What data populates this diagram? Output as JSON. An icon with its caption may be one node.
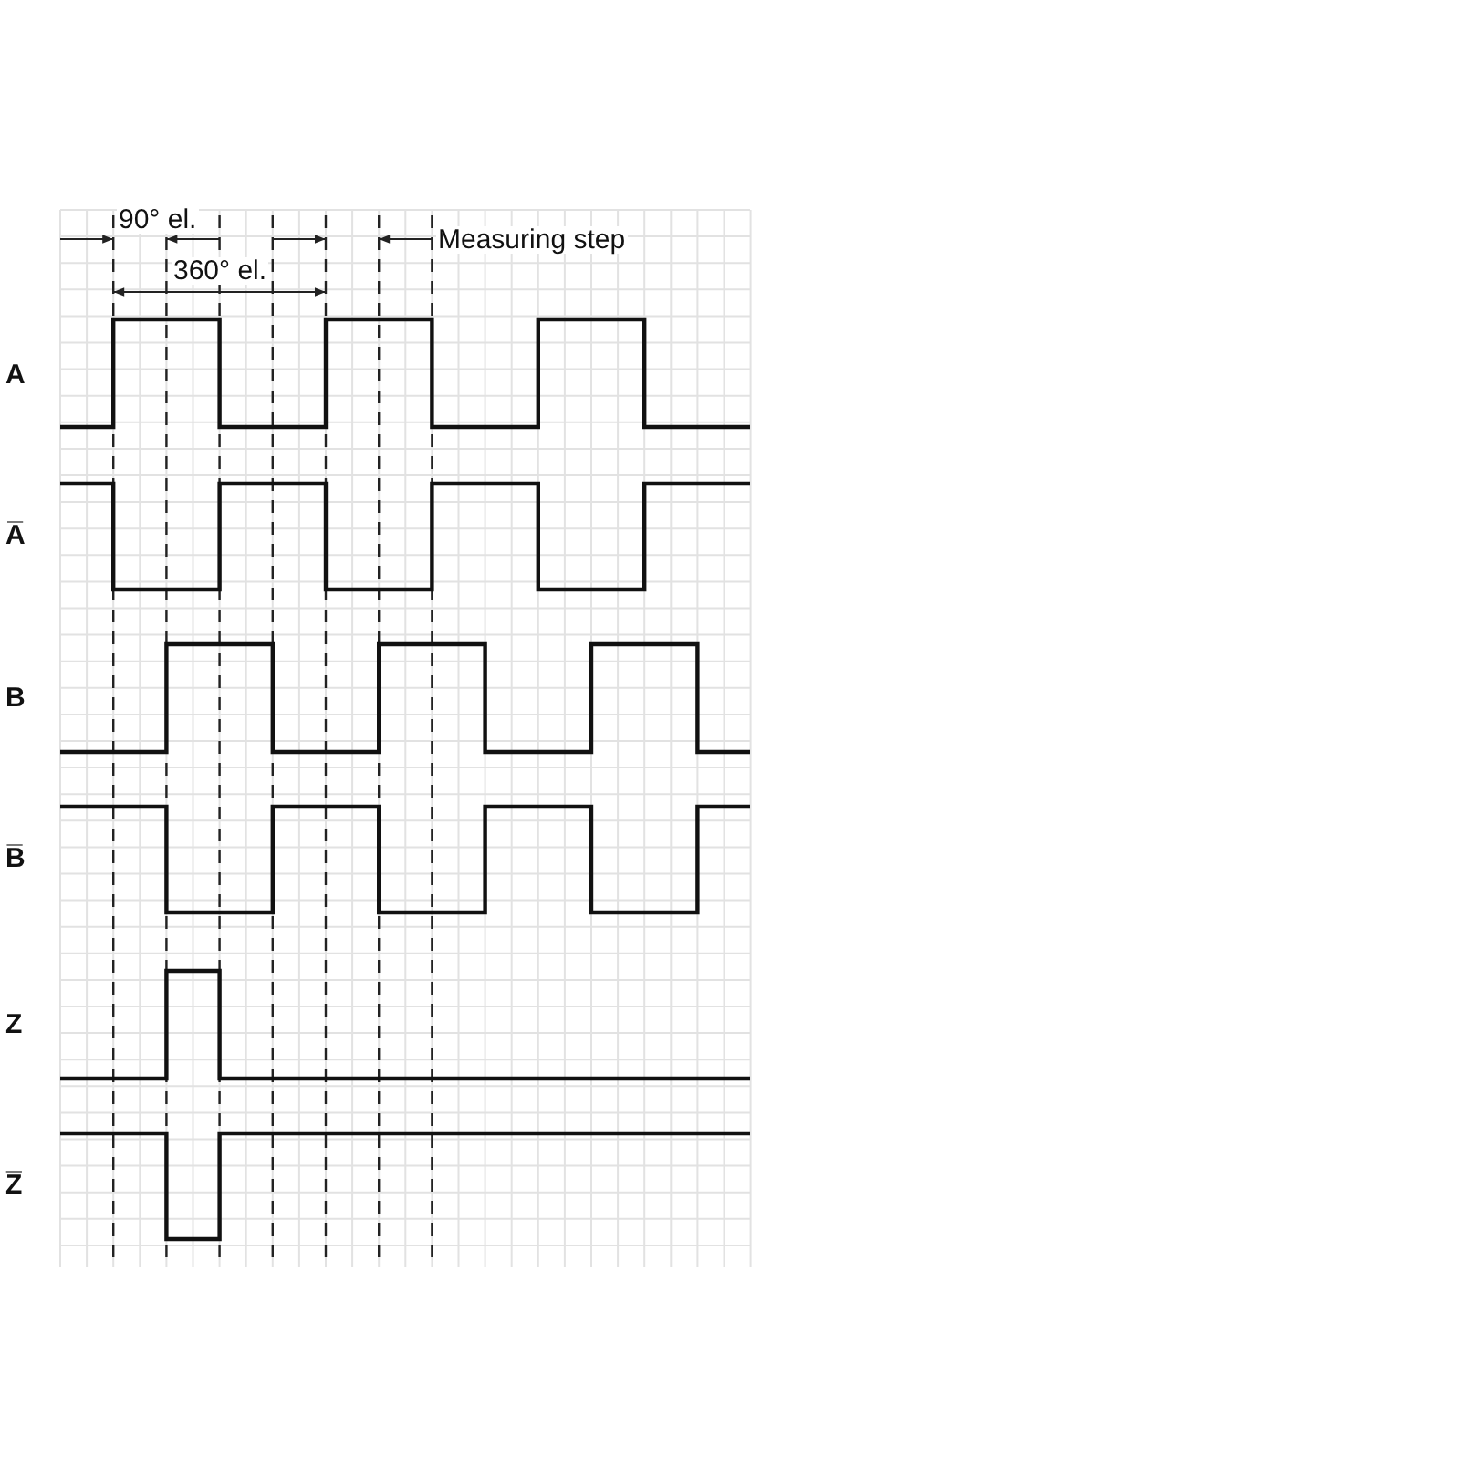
{
  "diagram": {
    "labels": [
      "90° el.",
      "Measuring step",
      "360° el.",
      "A",
      "A̅",
      "B",
      "B̅",
      "Z",
      "Z̅"
    ]
  }
}
